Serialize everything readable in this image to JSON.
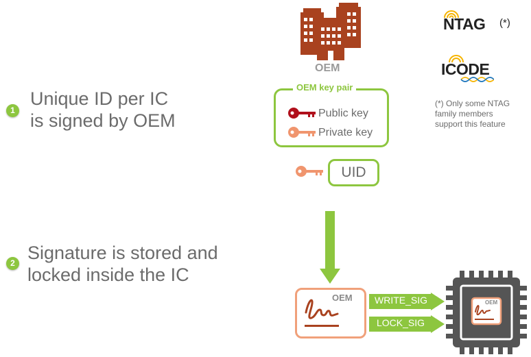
{
  "steps": [
    {
      "number": "1",
      "line1": "Unique ID per IC",
      "line2": "is signed by OEM"
    },
    {
      "number": "2",
      "line1": "Signature is stored and",
      "line2": "locked inside the IC"
    }
  ],
  "oem": {
    "label": "OEM",
    "icon": "buildings-icon"
  },
  "keypair": {
    "title": "OEM key pair",
    "public_key": "Public key",
    "private_key": "Private key"
  },
  "uid": {
    "label": "UID"
  },
  "brands": {
    "ntag": "NTAG",
    "ntag_mark": "(*)",
    "icode": "ICODE"
  },
  "note": {
    "line1": "(*) Only some NTAG",
    "line2": "family members",
    "line3": "support this feature"
  },
  "signature": {
    "oem_label": "OEM",
    "chip_oem_label": "OEM"
  },
  "commands": {
    "write": "WRITE_SIG",
    "lock": "LOCK_SIG"
  },
  "colors": {
    "green": "#8dc63f",
    "brick": "#a9421f",
    "key_public": "#b0101c",
    "key_private": "#f0956e",
    "chip": "#555555"
  }
}
